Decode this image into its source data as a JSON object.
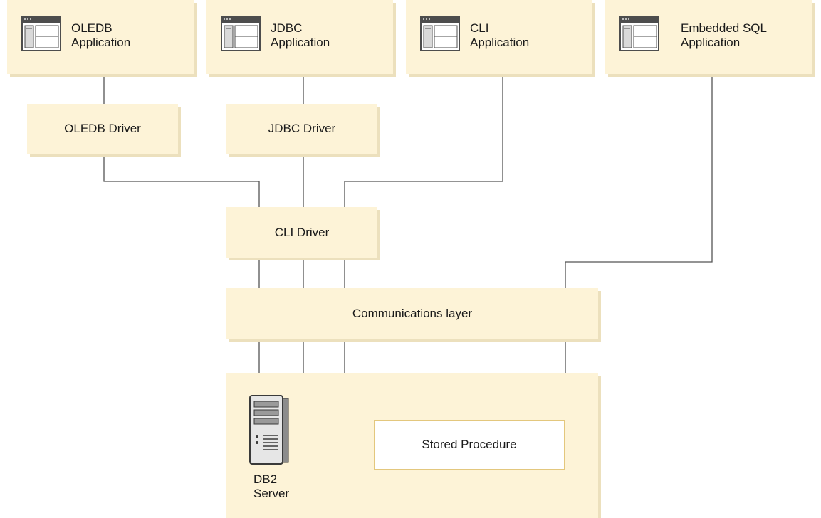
{
  "applications": [
    {
      "id": "oledb",
      "line1": "OLEDB",
      "line2": "Application",
      "icon": "application-window-icon"
    },
    {
      "id": "jdbc",
      "line1": "JDBC",
      "line2": "Application",
      "icon": "application-window-icon"
    },
    {
      "id": "cli",
      "line1": "CLI",
      "line2": "Application",
      "icon": "application-window-icon"
    },
    {
      "id": "embedded",
      "line1": "Embedded SQL",
      "line2": "Application",
      "icon": "application-window-icon"
    }
  ],
  "drivers": {
    "oledb": "OLEDB Driver",
    "jdbc": "JDBC Driver",
    "cli": "CLI Driver"
  },
  "communications_layer": "Communications layer",
  "server": {
    "line1": "DB2",
    "line2": "Server",
    "icon": "server-tower-icon",
    "stored_procedure": "Stored Procedure"
  },
  "colors": {
    "box_fill": "#fdf3d7",
    "box_shadow": "#ece0bd",
    "connector": "#555555",
    "inner_box_border": "#e3c77d"
  }
}
